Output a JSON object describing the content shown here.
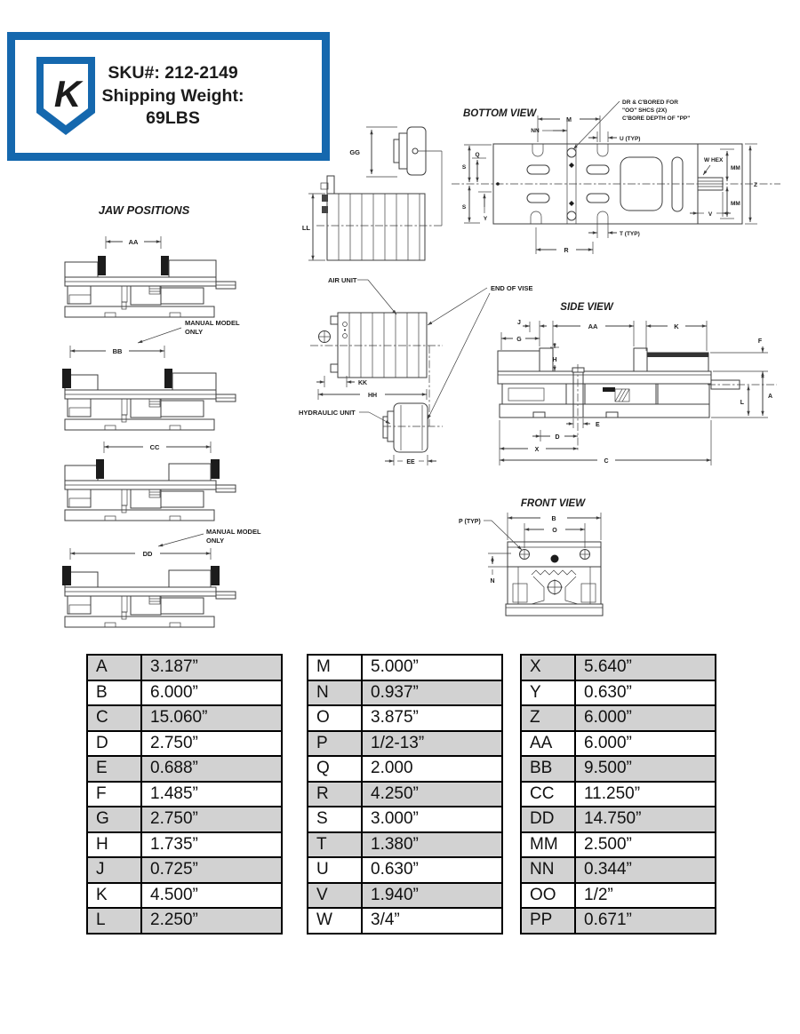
{
  "brand_blue": "#1568ae",
  "table_shade_color": "#d2d2d2",
  "header": {
    "sku": "SKU#: 212-2149",
    "shipping_label": "Shipping Weight:",
    "weight": "69LBS",
    "logo_letter": "K"
  },
  "jaw_positions": {
    "title": "JAW POSITIONS",
    "aa": "AA",
    "bb": "BB",
    "cc": "CC",
    "dd": "DD",
    "manual_line1": "MANUAL MODEL",
    "manual_line2": "ONLY"
  },
  "units": {
    "gg": "GG",
    "ll": "LL",
    "kk": "KK",
    "hh": "HH",
    "ee": "EE",
    "air": "AIR UNIT",
    "hydraulic": "HYDRAULIC UNIT",
    "end_of_vise": "END OF VISE"
  },
  "bottom_view": {
    "title": "BOTTOM VIEW",
    "callout1": "DR & C'BORED FOR",
    "callout2": "\"OO\" SHCS (2X)",
    "callout3": "C'BORE DEPTH OF \"PP\"",
    "m": "M",
    "nn": "NN",
    "u": "U (TYP)",
    "s_top": "S",
    "q": "Q",
    "s_bot": "S",
    "y": "Y",
    "t": "T (TYP)",
    "r": "R",
    "w_hex": "W HEX",
    "mm_top": "MM",
    "mm_bot": "MM",
    "z": "Z",
    "v": "V"
  },
  "side_view": {
    "title": "SIDE VIEW",
    "j": "J",
    "g": "G",
    "aa": "AA",
    "k": "K",
    "f": "F",
    "h": "H",
    "a": "A",
    "l": "L",
    "e": "E",
    "d": "D",
    "x": "X",
    "c": "C"
  },
  "front_view": {
    "title": "FRONT VIEW",
    "p": "P (TYP)",
    "b": "B",
    "o": "O",
    "n": "N"
  },
  "tables": {
    "col1": [
      [
        "A",
        "3.187”"
      ],
      [
        "B",
        "6.000”"
      ],
      [
        "C",
        "15.060”"
      ],
      [
        "D",
        "2.750”"
      ],
      [
        "E",
        "0.688”"
      ],
      [
        "F",
        "1.485”"
      ],
      [
        "G",
        "2.750”"
      ],
      [
        "H",
        "1.735”"
      ],
      [
        "J",
        "0.725”"
      ],
      [
        "K",
        "4.500”"
      ],
      [
        "L",
        "2.250”"
      ]
    ],
    "col2": [
      [
        "M",
        "5.000”"
      ],
      [
        "N",
        "0.937”"
      ],
      [
        "O",
        "3.875”"
      ],
      [
        "P",
        "1/2-13”"
      ],
      [
        "Q",
        "2.000"
      ],
      [
        "R",
        "4.250”"
      ],
      [
        "S",
        "3.000”"
      ],
      [
        "T",
        "1.380”"
      ],
      [
        "U",
        "0.630”"
      ],
      [
        "V",
        "1.940”"
      ],
      [
        "W",
        "3/4”"
      ]
    ],
    "col3": [
      [
        "X",
        "5.640”"
      ],
      [
        "Y",
        "0.630”"
      ],
      [
        "Z",
        "6.000”"
      ],
      [
        "AA",
        "6.000”"
      ],
      [
        "BB",
        "9.500”"
      ],
      [
        "CC",
        "11.250”"
      ],
      [
        "DD",
        "14.750”"
      ],
      [
        "MM",
        "2.500”"
      ],
      [
        "NN",
        "0.344”"
      ],
      [
        "OO",
        "1/2”"
      ],
      [
        "PP",
        "0.671”"
      ]
    ]
  }
}
